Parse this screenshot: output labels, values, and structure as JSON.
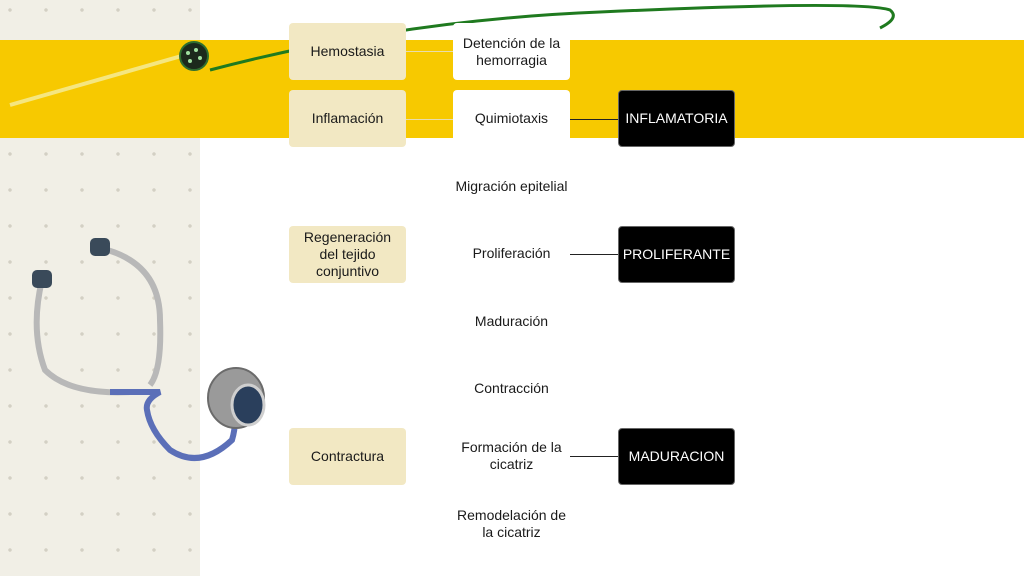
{
  "phases_col": {
    "hemostasia": "Hemostasia",
    "inflamacion": "Inflamación",
    "regeneracion": "Regeneración del tejido conjuntivo",
    "contractura": "Contractura"
  },
  "events_col": {
    "detencion": "Detención de la hemorragia",
    "quimiotaxis": "Quimiotaxis",
    "migracion": "Migración epitelial",
    "proliferacion": "Proliferación",
    "maduracion": "Maduración",
    "contraccion": "Contracción",
    "formacion": "Formación de la cicatriz",
    "remodelacion": "Remodelación de la cicatriz"
  },
  "stages_col": {
    "inflamatoria": "INFLAMATORIA",
    "proliferante": "PROLIFERANTE",
    "maduracion": "MADURACION"
  },
  "colors": {
    "band": "#f7c900",
    "cream_box": "#f2e8c3",
    "stage_box": "#000000",
    "stethoscope_tube": "#5b6fb8"
  }
}
